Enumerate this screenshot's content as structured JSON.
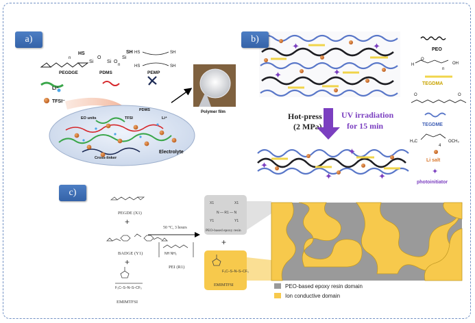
{
  "panels": {
    "a": "a)",
    "b": "b)",
    "c": "c)"
  },
  "panel_a": {
    "mol1": "PEGDGE",
    "mol2": "PDMS",
    "mol3": "PEMP",
    "li": "Li⁺",
    "tfsi": "TFSI⁻",
    "film": "Polymer film",
    "pdms_tag": "PDMS",
    "eo_units": "EO units",
    "tfsi_tag": "TFSI",
    "li_tag": "Li⁺",
    "crosslinker": "Cross-linker",
    "electrolyte": "Electrolyte"
  },
  "panel_b": {
    "hotpress": "Hot-press",
    "pressure": "(2 MPa)",
    "uv": "UV irradiation",
    "uv_time": "for 15 min",
    "legend": {
      "peo": "PEO",
      "tegdma": "TEGDMA",
      "tegdme": "TEGDME",
      "li_salt": "Li salt",
      "photoinitiator": "photoinitiator"
    }
  },
  "panel_c": {
    "x1": "PEGDE (X1)",
    "y1": "BADGE (Y1)",
    "emim": "EMIMTFSI",
    "cond": "50 °C, 3 hours",
    "pei": "PEI (R1)",
    "resin": "PEO-based epoxy resin",
    "emim_box": "EMIMTFSI",
    "plus": "+",
    "legend_resin": "PEO-based epoxy resin domain",
    "legend_ion": "Ion conductive domain"
  },
  "colors": {
    "accent": "#3563a8",
    "ion": "#f7c94c",
    "resin": "#9a9a9a",
    "arrow_purple": "#7b3fc0",
    "li_orange": "#d9772c"
  }
}
